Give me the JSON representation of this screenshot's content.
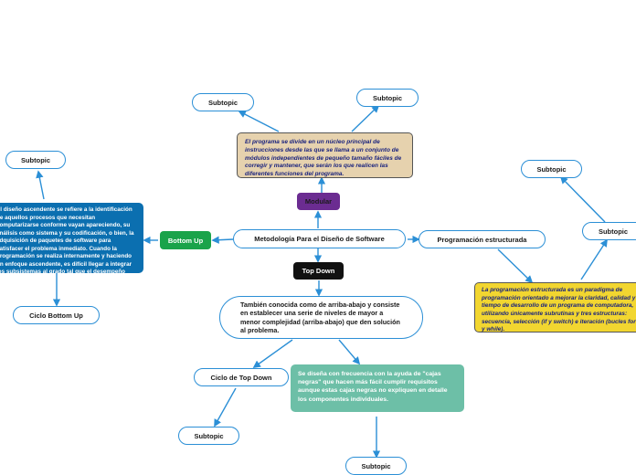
{
  "nodes": {
    "root": "Metodología Para el Diseño de Software",
    "modular": "Modular",
    "bottom_up": "Bottom Up",
    "top_down": "Top Down",
    "prog_estructurada": "Programación estructurada",
    "modular_desc": "El programa se divide en un núcleo principal de instrucciones desde las que se llama a un conjunto de módulos independientes de pequeño tamaño fáciles de corregir y mantener, que serán los que realicen las diferentes funciones del programa.",
    "modular_sub_left": "Subtopic",
    "modular_sub_right": "Subtopic",
    "bottom_up_desc": "El diseño ascendente se refiere a la identificación de aquellos procesos que necesitan computarizarse conforme vayan apareciendo, su análisis como sistema y su codificación, o bien, la adquisición de paquetes de software para satisfacer el problema inmediato. Cuando la programación se realiza internamente y haciendo un enfoque ascendente, es difícil llegar a integrar los subsistemas al grado tal que el desempeño global, sea fluido.",
    "bottom_up_sub": "Subtopic",
    "ciclo_bottom_up": "Ciclo Bottom Up",
    "top_down_desc": "También conocida como de arriba-abajo y consiste en establecer una serie de niveles de mayor a menor complejidad (arriba-abajo) que den solución al problema.",
    "ciclo_top_down": "Ciclo de Top Down",
    "ciclo_top_down_sub": "Subtopic",
    "cajas_negras": "Se diseña con frecuencia con la ayuda de \"cajas negras\" que hacen más fácil cumplir requisitos aunque estas cajas negras no expliquen en detalle los componentes individuales.",
    "cajas_negras_sub": "Subtopic",
    "pe_desc": "La programación estructurada es un paradigma de programación orientado a mejorar la claridad, calidad y tiempo de desarrollo de un programa de computadora, utilizando únicamente subrutinas y tres estructuras: secuencia, selección (if y switch) e iteración (bucles for y while).",
    "pe_sub": "Subtopic",
    "pe_sub_sub": "Subtopic"
  },
  "colors": {
    "connector": "#2b8fd6",
    "modular": "#6b2c91",
    "bottom_up": "#1aa34a",
    "top_down": "#111111",
    "modular_box": "#e6d2ae",
    "bottom_up_box": "#0b6fb0",
    "cajas_box": "#6dbfa7",
    "pe_box": "#f2d630"
  }
}
